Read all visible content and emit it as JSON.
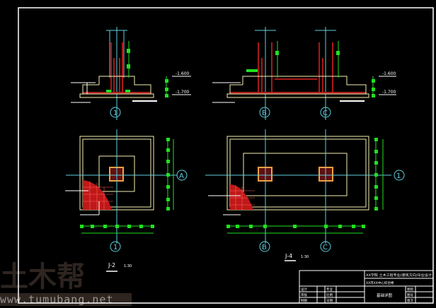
{
  "drawing": {
    "views": [
      {
        "id": "section-1",
        "axis_labels": [
          "1"
        ],
        "elevations": [
          "-1.600",
          "-1.700"
        ]
      },
      {
        "id": "section-2",
        "axis_labels": [
          "B",
          "C"
        ],
        "elevations": [
          "-1.600",
          "-1.700"
        ]
      },
      {
        "id": "plan-j2",
        "name": "J-2",
        "scale": "1:30",
        "axis_labels": [
          "A",
          "1"
        ]
      },
      {
        "id": "plan-j4",
        "name": "J-4",
        "scale": "1:30",
        "axis_labels": [
          "1",
          "B",
          "C"
        ]
      }
    ]
  },
  "title_block": {
    "project_line1": "XX学院 土木工程专业(建筑方向)毕业设计",
    "project_line2": "XX市XX中心综合楼",
    "drawing_title": "基础详图",
    "rows_left": [
      "设计",
      "审核",
      "制图"
    ],
    "rows_mid": [
      "专业",
      "比例",
      "日期"
    ],
    "rows_right": [
      "图别",
      "图号",
      "版次"
    ]
  },
  "watermark": {
    "logo": "土木帮",
    "url": "www.tumubang.net"
  },
  "colors": {
    "background": "#000000",
    "frame": "#ffffff",
    "concrete": "#f5f0b0",
    "rebar": "#e02020",
    "dimension": "#20e020",
    "axis": "#60d0e0"
  }
}
